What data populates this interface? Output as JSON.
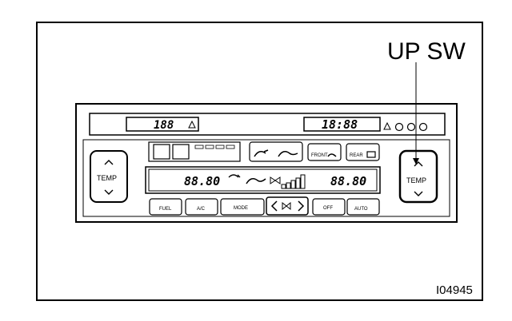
{
  "callout_label": "UP SW",
  "figure_id": "I04945",
  "panel": {
    "left_temp_label": "TEMP",
    "right_temp_label": "TEMP",
    "clock_display": "18:88",
    "radio_display": "188",
    "left_temp_display": "88.80",
    "right_temp_display": "88.80",
    "front_button_label": "FRONT",
    "rear_button_label": "REAR",
    "fuel_button_label": "FUEL",
    "ac_button_label": "A/C",
    "mode_button_label": "MODE",
    "off_button_label": "OFF",
    "auto_button_label": "AUTO"
  },
  "icons": {
    "up": "chevron-up-icon",
    "down": "chevron-down-icon",
    "fan": "fan-icon",
    "defrost": "defrost-icon",
    "recirculation": "recirculation-icon"
  }
}
